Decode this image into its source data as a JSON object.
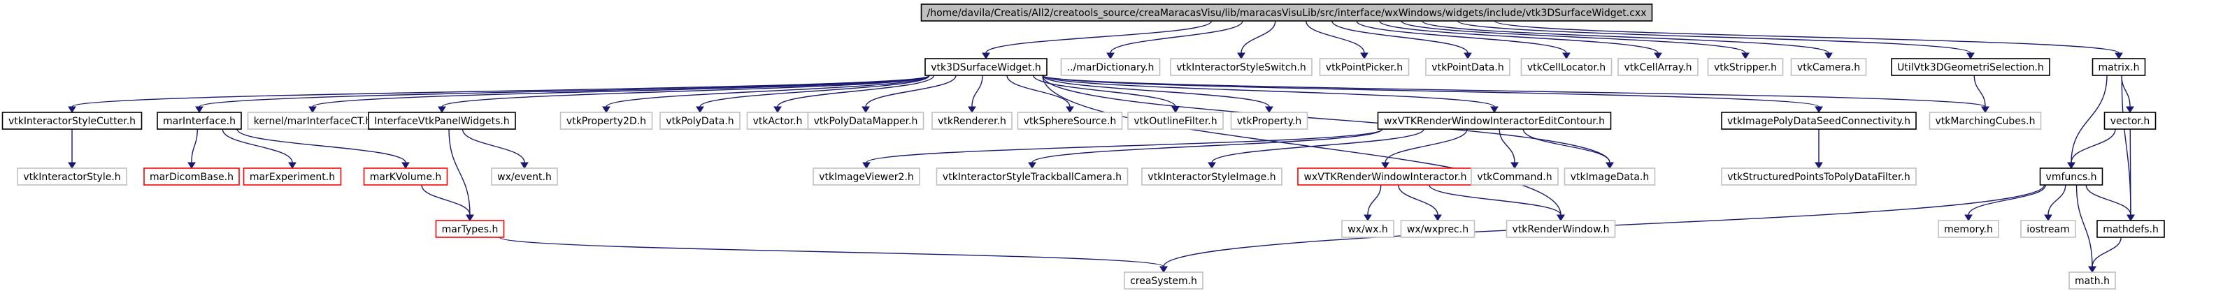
{
  "colors": {
    "root_fill": "#bfbfbf",
    "node_fill": "#ffffff",
    "edge": "#191970",
    "documented_border": "#000000",
    "external_border": "#bfbfbf",
    "missing_border": "#ff0000"
  },
  "nodes": [
    {
      "id": "root",
      "label": "/home/davila/Creatis/All2/creatools_source/creaMaracasVisu/lib/maracasVisuLib/src/interface/wxWindows/widgets/include/vtk3DSurfaceWidget.cxx",
      "kind": "root"
    },
    {
      "id": "vtk3dsurfacewidget_h",
      "label": "vtk3DSurfaceWidget.h",
      "kind": "documented"
    },
    {
      "id": "mardictionary_h",
      "label": "../marDictionary.h",
      "kind": "external"
    },
    {
      "id": "vtkinteractorstyleswitch_h",
      "label": "vtkInteractorStyleSwitch.h",
      "kind": "external"
    },
    {
      "id": "vtkpointpicker_h",
      "label": "vtkPointPicker.h",
      "kind": "external"
    },
    {
      "id": "vtkpointdata_h",
      "label": "vtkPointData.h",
      "kind": "external"
    },
    {
      "id": "vtkcelllocator_h",
      "label": "vtkCellLocator.h",
      "kind": "external"
    },
    {
      "id": "vtkcellarray_h",
      "label": "vtkCellArray.h",
      "kind": "external"
    },
    {
      "id": "vtkstripper_h",
      "label": "vtkStripper.h",
      "kind": "external"
    },
    {
      "id": "vtkcamera_h",
      "label": "vtkCamera.h",
      "kind": "external"
    },
    {
      "id": "utilvtk3dgeometriselection_h",
      "label": "UtilVtk3DGeometriSelection.h",
      "kind": "documented"
    },
    {
      "id": "matrix_h",
      "label": "matrix.h",
      "kind": "documented"
    },
    {
      "id": "vtkinteractorstylecutter_h",
      "label": "vtkInteractorStyleCutter.h",
      "kind": "documented"
    },
    {
      "id": "marinterface_h",
      "label": "marInterface.h",
      "kind": "documented"
    },
    {
      "id": "marinterfacect_h",
      "label": "kernel/marInterfaceCT.h",
      "kind": "external"
    },
    {
      "id": "interfacevtkpanelwidgets_h",
      "label": "InterfaceVtkPanelWidgets.h",
      "kind": "documented"
    },
    {
      "id": "vtkproperty2d_h",
      "label": "vtkProperty2D.h",
      "kind": "external"
    },
    {
      "id": "vtkpolydata_h",
      "label": "vtkPolyData.h",
      "kind": "external"
    },
    {
      "id": "vtkactor_h",
      "label": "vtkActor.h",
      "kind": "external"
    },
    {
      "id": "vtkpolydatamapper_h",
      "label": "vtkPolyDataMapper.h",
      "kind": "external"
    },
    {
      "id": "vtkrenderer_h",
      "label": "vtkRenderer.h",
      "kind": "external"
    },
    {
      "id": "vtkspheresource_h",
      "label": "vtkSphereSource.h",
      "kind": "external"
    },
    {
      "id": "vtkoutlinefilter_h",
      "label": "vtkOutlineFilter.h",
      "kind": "external"
    },
    {
      "id": "vtkproperty_h",
      "label": "vtkProperty.h",
      "kind": "external"
    },
    {
      "id": "wxvtkrenderwindowinteractoreditcontour_h",
      "label": "wxVTKRenderWindowInteractorEditContour.h",
      "kind": "documented"
    },
    {
      "id": "vtkimagepolydataseedconnectivity_h",
      "label": "vtkImagePolyDataSeedConnectivity.h",
      "kind": "documented"
    },
    {
      "id": "vtkmarchingcubes_h",
      "label": "vtkMarchingCubes.h",
      "kind": "external"
    },
    {
      "id": "vector_h",
      "label": "vector.h",
      "kind": "documented"
    },
    {
      "id": "vtkinteractorstyle_h",
      "label": "vtkInteractorStyle.h",
      "kind": "external"
    },
    {
      "id": "mardicombase_h",
      "label": "marDicomBase.h",
      "kind": "missing"
    },
    {
      "id": "marexperiment_h",
      "label": "marExperiment.h",
      "kind": "missing"
    },
    {
      "id": "markvolume_h",
      "label": "marKVolume.h",
      "kind": "missing"
    },
    {
      "id": "wx_event_h",
      "label": "wx/event.h",
      "kind": "external"
    },
    {
      "id": "vtkimageviewer2_h",
      "label": "vtkImageViewer2.h",
      "kind": "external"
    },
    {
      "id": "vtkinteractorstyletrackballcamera_h",
      "label": "vtkInteractorStyleTrackballCamera.h",
      "kind": "external"
    },
    {
      "id": "vtkinteractorstyleimage_h",
      "label": "vtkInteractorStyleImage.h",
      "kind": "external"
    },
    {
      "id": "wxvtkrenderwindowinteractor_h",
      "label": "wxVTKRenderWindowInteractor.h",
      "kind": "missing"
    },
    {
      "id": "vtkcommand_h",
      "label": "vtkCommand.h",
      "kind": "external"
    },
    {
      "id": "vtkimagedata_h",
      "label": "vtkImageData.h",
      "kind": "external"
    },
    {
      "id": "vtkstructuredpointstopolydatafilter_h",
      "label": "vtkStructuredPointsToPolyDataFilter.h",
      "kind": "external"
    },
    {
      "id": "vmfuncs_h",
      "label": "vmfuncs.h",
      "kind": "documented"
    },
    {
      "id": "martypes_h",
      "label": "marTypes.h",
      "kind": "missing"
    },
    {
      "id": "wx_wx_h",
      "label": "wx/wx.h",
      "kind": "external"
    },
    {
      "id": "wx_wxprec_h",
      "label": "wx/wxprec.h",
      "kind": "external"
    },
    {
      "id": "vtkrenderwindow_h",
      "label": "vtkRenderWindow.h",
      "kind": "external"
    },
    {
      "id": "memory_h",
      "label": "memory.h",
      "kind": "external"
    },
    {
      "id": "iostream",
      "label": "iostream",
      "kind": "external"
    },
    {
      "id": "mathdefs_h",
      "label": "mathdefs.h",
      "kind": "documented"
    },
    {
      "id": "creasystem_h",
      "label": "creaSystem.h",
      "kind": "external"
    },
    {
      "id": "math_h",
      "label": "math.h",
      "kind": "external"
    }
  ],
  "edges": [
    [
      "root",
      "vtk3dsurfacewidget_h"
    ],
    [
      "root",
      "mardictionary_h"
    ],
    [
      "root",
      "vtkinteractorstyleswitch_h"
    ],
    [
      "root",
      "vtkpointpicker_h"
    ],
    [
      "root",
      "vtkpointdata_h"
    ],
    [
      "root",
      "vtkcelllocator_h"
    ],
    [
      "root",
      "vtkcellarray_h"
    ],
    [
      "root",
      "vtkstripper_h"
    ],
    [
      "root",
      "vtkcamera_h"
    ],
    [
      "root",
      "utilvtk3dgeometriselection_h"
    ],
    [
      "root",
      "matrix_h"
    ],
    [
      "vtk3dsurfacewidget_h",
      "vtkinteractorstylecutter_h"
    ],
    [
      "vtk3dsurfacewidget_h",
      "marinterface_h"
    ],
    [
      "vtk3dsurfacewidget_h",
      "marinterfacect_h"
    ],
    [
      "vtk3dsurfacewidget_h",
      "interfacevtkpanelwidgets_h"
    ],
    [
      "vtk3dsurfacewidget_h",
      "vtkproperty2d_h"
    ],
    [
      "vtk3dsurfacewidget_h",
      "vtkpolydata_h"
    ],
    [
      "vtk3dsurfacewidget_h",
      "vtkactor_h"
    ],
    [
      "vtk3dsurfacewidget_h",
      "vtkpolydatamapper_h"
    ],
    [
      "vtk3dsurfacewidget_h",
      "vtkrenderer_h"
    ],
    [
      "vtk3dsurfacewidget_h",
      "vtkspheresource_h"
    ],
    [
      "vtk3dsurfacewidget_h",
      "vtkoutlinefilter_h"
    ],
    [
      "vtk3dsurfacewidget_h",
      "vtkproperty_h"
    ],
    [
      "vtk3dsurfacewidget_h",
      "wxvtkrenderwindowinteractoreditcontour_h"
    ],
    [
      "vtk3dsurfacewidget_h",
      "vtkimagepolydataseedconnectivity_h"
    ],
    [
      "vtk3dsurfacewidget_h",
      "vtkmarchingcubes_h"
    ],
    [
      "vtk3dsurfacewidget_h",
      "vtkimagedata_h"
    ],
    [
      "vtk3dsurfacewidget_h",
      "vtkrenderwindow_h"
    ],
    [
      "utilvtk3dgeometriselection_h",
      "vtkmarchingcubes_h"
    ],
    [
      "matrix_h",
      "vector_h"
    ],
    [
      "matrix_h",
      "vmfuncs_h"
    ],
    [
      "matrix_h",
      "mathdefs_h"
    ],
    [
      "vector_h",
      "vmfuncs_h"
    ],
    [
      "vector_h",
      "mathdefs_h"
    ],
    [
      "vtkinteractorstylecutter_h",
      "vtkinteractorstyle_h"
    ],
    [
      "marinterface_h",
      "mardicombase_h"
    ],
    [
      "marinterface_h",
      "marexperiment_h"
    ],
    [
      "marinterface_h",
      "markvolume_h"
    ],
    [
      "interfacevtkpanelwidgets_h",
      "wx_event_h"
    ],
    [
      "interfacevtkpanelwidgets_h",
      "martypes_h"
    ],
    [
      "markvolume_h",
      "martypes_h"
    ],
    [
      "wxvtkrenderwindowinteractoreditcontour_h",
      "vtkimageviewer2_h"
    ],
    [
      "wxvtkrenderwindowinteractoreditcontour_h",
      "vtkinteractorstyletrackballcamera_h"
    ],
    [
      "wxvtkrenderwindowinteractoreditcontour_h",
      "vtkinteractorstyleimage_h"
    ],
    [
      "wxvtkrenderwindowinteractoreditcontour_h",
      "wxvtkrenderwindowinteractor_h"
    ],
    [
      "wxvtkrenderwindowinteractoreditcontour_h",
      "vtkcommand_h"
    ],
    [
      "wxvtkrenderwindowinteractoreditcontour_h",
      "vtkimagedata_h"
    ],
    [
      "wxvtkrenderwindowinteractor_h",
      "wx_wx_h"
    ],
    [
      "wxvtkrenderwindowinteractor_h",
      "wx_wxprec_h"
    ],
    [
      "wxvtkrenderwindowinteractor_h",
      "vtkrenderwindow_h"
    ],
    [
      "vtkimagepolydataseedconnectivity_h",
      "vtkstructuredpointstopolydatafilter_h"
    ],
    [
      "martypes_h",
      "creasystem_h"
    ],
    [
      "vmfuncs_h",
      "memory_h"
    ],
    [
      "vmfuncs_h",
      "iostream"
    ],
    [
      "vmfuncs_h",
      "mathdefs_h"
    ],
    [
      "vmfuncs_h",
      "math_h"
    ],
    [
      "vmfuncs_h",
      "creasystem_h"
    ],
    [
      "mathdefs_h",
      "math_h"
    ]
  ]
}
